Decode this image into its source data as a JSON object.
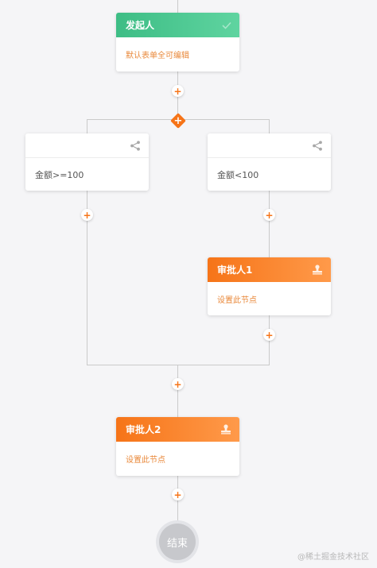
{
  "nodes": {
    "initiator": {
      "title": "发起人",
      "body": "默认表单全可编辑"
    },
    "condition_left": {
      "body": "金额>=100"
    },
    "condition_right": {
      "body": "金额<100"
    },
    "approver1": {
      "title": "审批人1",
      "body": "设置此节点"
    },
    "approver2": {
      "title": "审批人2",
      "body": "设置此节点"
    },
    "end": {
      "label": "结束"
    }
  },
  "add_symbol": "+",
  "watermark": "@稀土掘金技术社区",
  "colors": {
    "initiator_header": "#3dbd85",
    "approver_header": "#f67418",
    "add_button": "#f67418",
    "body_text_orange": "#e9883a",
    "end_node": "#c7c8cc",
    "connector": "#cacaca",
    "background": "#f5f5f7"
  },
  "icons": {
    "initiator": "check-icon",
    "condition": "share-icon",
    "approver": "stamp-icon"
  }
}
